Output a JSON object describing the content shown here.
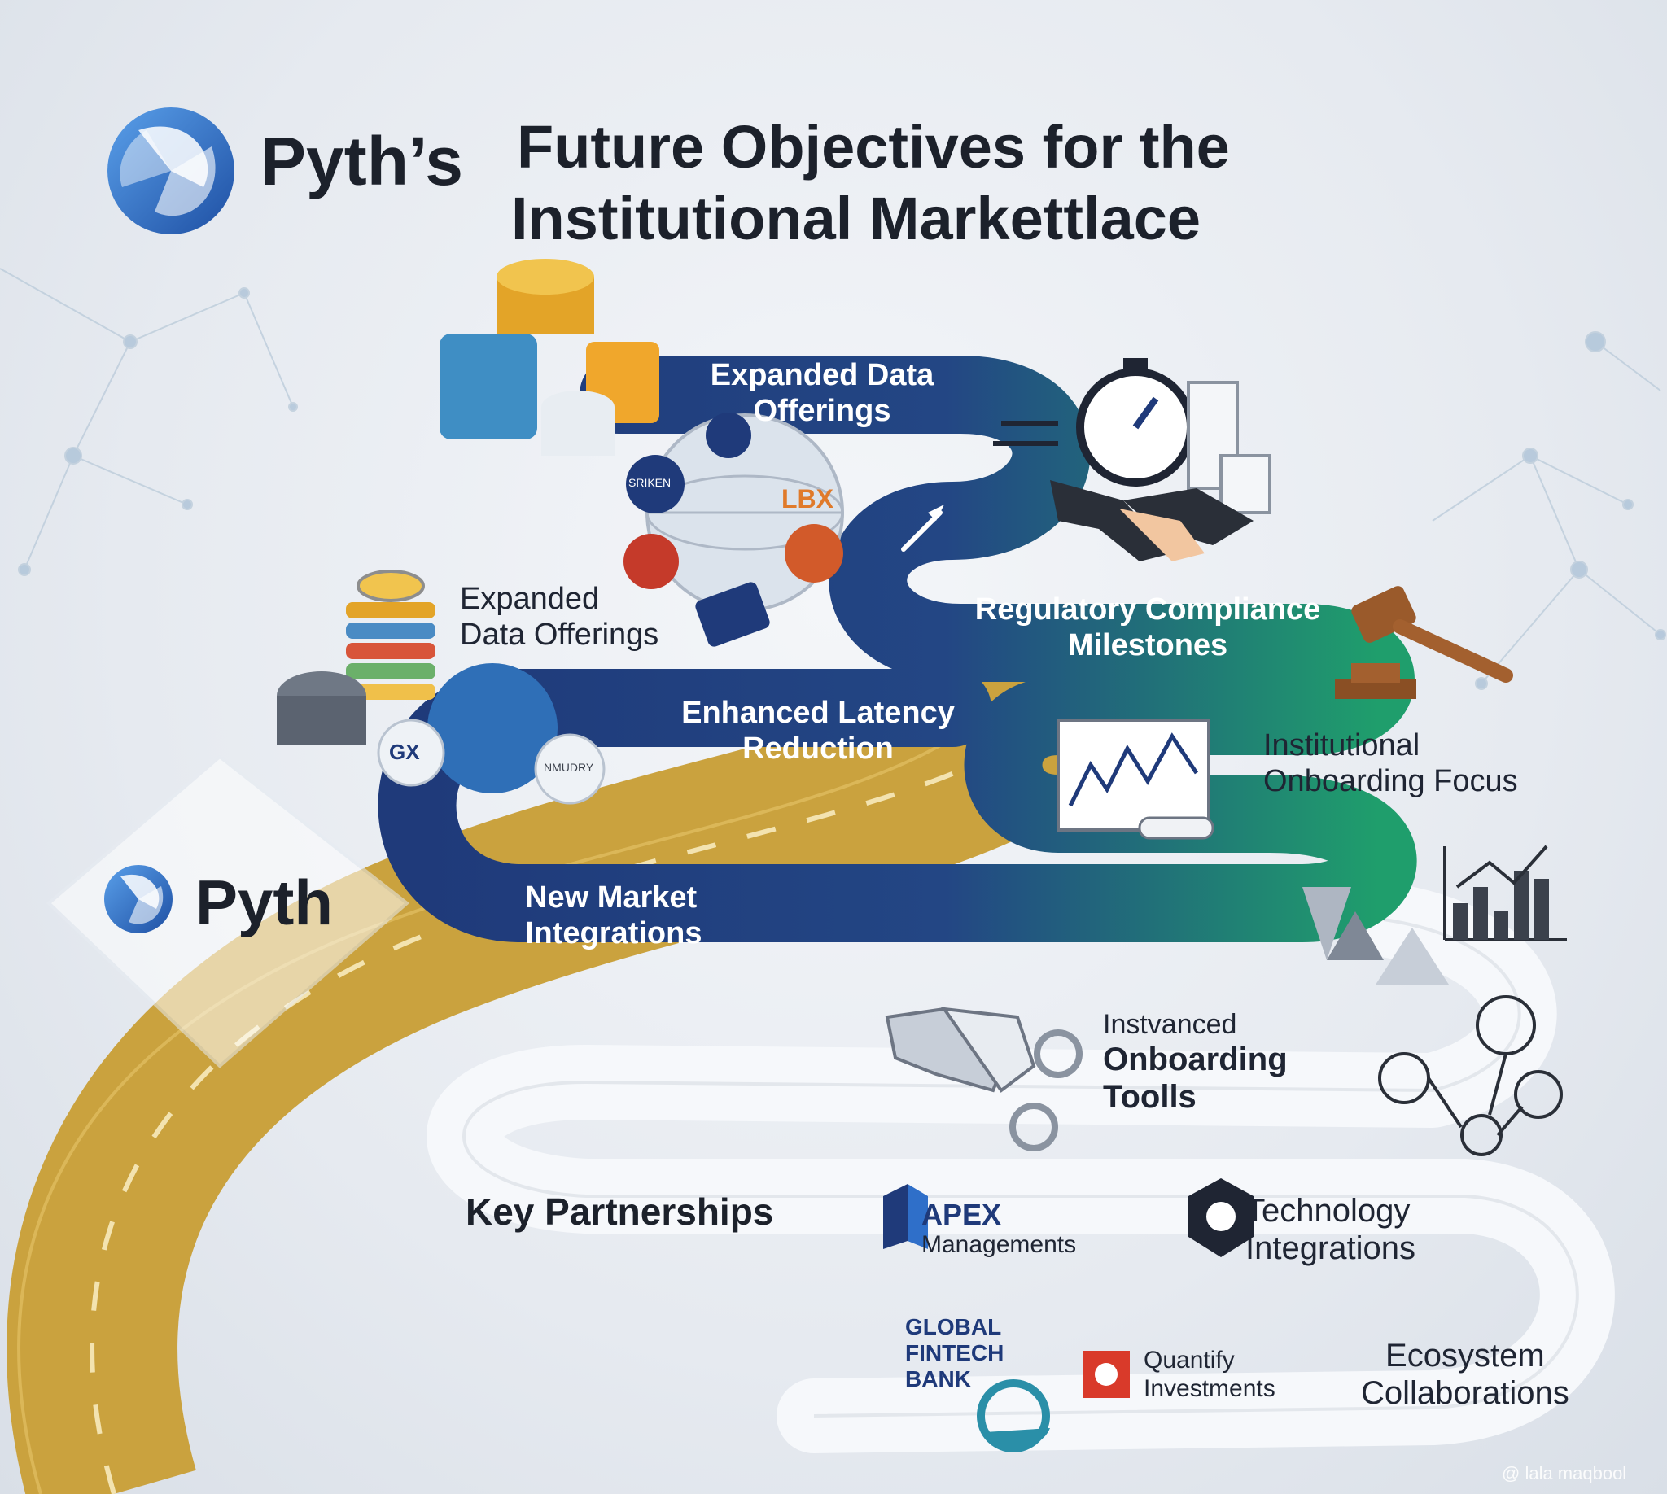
{
  "header": {
    "brand": "Pyth’s",
    "title_line1": "Future Objectives for the",
    "title_line2": "Institutional Markettlace"
  },
  "badge": {
    "brand": "Pyth"
  },
  "milestones": {
    "expanded_top": [
      "Expanded Data",
      "Offerings"
    ],
    "expanded_left": [
      "Expanded",
      "Data Offerings"
    ],
    "regulatory": [
      "Regulatory Compliance",
      "Milestones"
    ],
    "latency": [
      "Enhanced Latency",
      "Reduction"
    ],
    "onboarding_focus": [
      "Institutional",
      "Onboarding Focus"
    ],
    "new_market": [
      "New Market",
      "Integrations"
    ],
    "onboarding_tools": [
      "Instvanced",
      "Onboarding",
      "Toolls"
    ]
  },
  "partners": {
    "heading": "Key Partnerships",
    "apex": [
      "APEX",
      "Managements"
    ],
    "technology": [
      "Technology",
      "Integrations"
    ],
    "global": [
      "GLOBAL",
      "FINTECH",
      "BANK"
    ],
    "quantify": [
      "Quantify",
      "Investments"
    ],
    "ecosystem": [
      "Ecosystem",
      "Collaborations"
    ]
  },
  "icon_labels": {
    "coin_badge": "GX",
    "globe_badge": "LBX",
    "crystal_badge": "NMUDRY",
    "blue_badge": "SRIKEN"
  },
  "watermark": "@ lala maqbool",
  "colors": {
    "road_gold": "#caa23e",
    "ribbon_blue": "#23407f",
    "ribbon_green": "#1f9e6c",
    "ribbon_white": "#f3f5f8",
    "brand_blue": "#2f6fc9"
  }
}
